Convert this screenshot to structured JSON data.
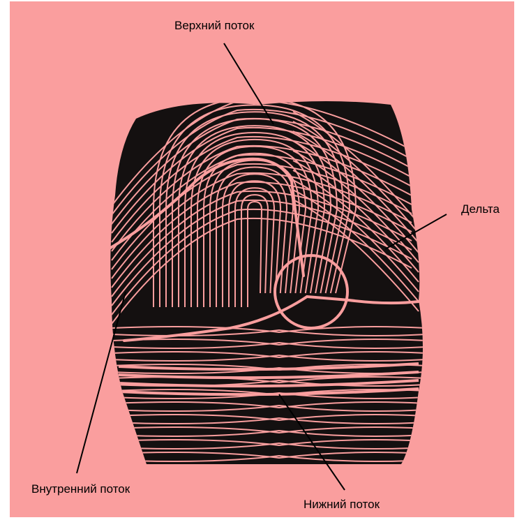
{
  "colors": {
    "background": "#fa9e9e",
    "ink": "#000000",
    "flow_lines": "#fa9e9e"
  },
  "labels": {
    "upper_flow": "Верхний поток",
    "delta": "Дельта",
    "inner_flow": "Внутренний поток",
    "lower_flow": "Нижний поток"
  }
}
